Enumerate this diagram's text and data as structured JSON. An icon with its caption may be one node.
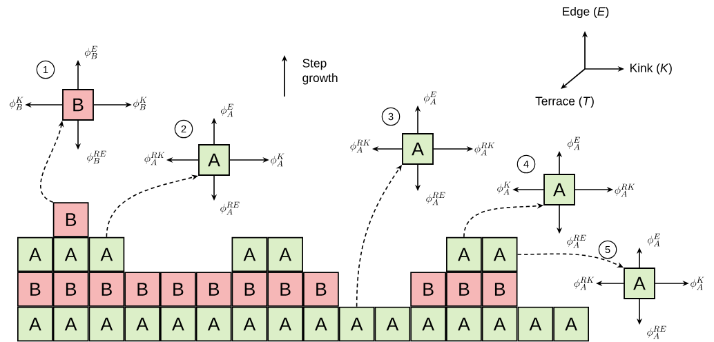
{
  "diagram": {
    "nodes": [
      {
        "text": [
          "1"
        ]
      },
      {
        "text": [
          "B"
        ]
      },
      {
        "text": [
          "\\phi_{B}^{E}"
        ]
      },
      {
        "text": [
          "\\phi_{B}^{K}"
        ]
      },
      {
        "text": [
          "\\phi_{B}^{K}"
        ]
      },
      {
        "text": [
          "\\phi_{B}^{RE}"
        ]
      },
      {
        "text": [
          "2"
        ]
      },
      {
        "text": [
          "A"
        ]
      },
      {
        "text": [
          "\\phi_{A}^{E}"
        ]
      },
      {
        "text": [
          "\\phi_{A}^{RK}"
        ]
      },
      {
        "text": [
          "\\phi_{A}^{K}"
        ]
      },
      {
        "text": [
          "\\phi_{A}^{RE}"
        ]
      },
      {
        "text": [
          "3"
        ]
      },
      {
        "text": [
          "A"
        ]
      },
      {
        "text": [
          "\\phi_{A}^{E}"
        ]
      },
      {
        "text": [
          "\\phi_{A}^{RK}"
        ]
      },
      {
        "text": [
          "\\phi_{A}^{RK}"
        ]
      },
      {
        "text": [
          "\\phi_{A}^{RE}"
        ]
      },
      {
        "text": [
          "4"
        ]
      },
      {
        "text": [
          "A"
        ]
      },
      {
        "text": [
          "\\phi_{A}^{E}"
        ]
      },
      {
        "text": [
          "\\phi_{A}^{K}"
        ]
      },
      {
        "text": [
          "\\phi_{A}^{RK}"
        ]
      },
      {
        "text": [
          "\\phi_{A}^{RE}"
        ]
      },
      {
        "text": [
          "5"
        ]
      },
      {
        "text": [
          "A"
        ]
      },
      {
        "text": [
          "\\phi_{A}^{E}"
        ]
      },
      {
        "text": [
          "\\phi_{A}^{RK}"
        ]
      },
      {
        "text": [
          "\\phi_{A}^{K}"
        ]
      },
      {
        "text": [
          "\\phi_{A}^{RE}"
        ]
      },
      {
        "text": [
          "B"
        ]
      },
      {
        "text": [
          "A"
        ]
      },
      {
        "text": [
          "A"
        ]
      },
      {
        "text": [
          "A"
        ]
      },
      {
        "text": [
          "A"
        ]
      },
      {
        "text": [
          "A"
        ]
      },
      {
        "text": [
          "A"
        ]
      },
      {
        "text": [
          "A"
        ]
      },
      {
        "text": [
          "B"
        ]
      },
      {
        "text": [
          "B"
        ]
      },
      {
        "text": [
          "B"
        ]
      },
      {
        "text": [
          "B"
        ]
      },
      {
        "text": [
          "B"
        ]
      },
      {
        "text": [
          "B"
        ]
      },
      {
        "text": [
          "B"
        ]
      },
      {
        "text": [
          "B"
        ]
      },
      {
        "text": [
          "B"
        ]
      },
      {
        "text": [
          "B"
        ]
      },
      {
        "text": [
          "B"
        ]
      },
      {
        "text": [
          "B"
        ]
      },
      {
        "text": [
          "A"
        ]
      },
      {
        "text": [
          "A"
        ]
      },
      {
        "text": [
          "A"
        ]
      },
      {
        "text": [
          "A"
        ]
      },
      {
        "text": [
          "A"
        ]
      },
      {
        "text": [
          "A"
        ]
      },
      {
        "text": [
          "A"
        ]
      },
      {
        "text": [
          "A"
        ]
      },
      {
        "text": [
          "A"
        ]
      },
      {
        "text": [
          "A"
        ]
      },
      {
        "text": [
          "A"
        ]
      },
      {
        "text": [
          "A"
        ]
      },
      {
        "text": [
          "A"
        ]
      },
      {
        "text": [
          "A"
        ]
      },
      {
        "text": [
          "A"
        ]
      },
      {
        "text": [
          "A"
        ]
      }
    ],
    "edges": [
      {
        "from": 1,
        "to": 2,
        "arrow": "to"
      },
      {
        "from": 1,
        "to": 3,
        "arrow": "to"
      },
      {
        "from": 1,
        "to": 4,
        "arrow": "to"
      },
      {
        "from": 1,
        "to": 5,
        "arrow": "to"
      },
      {
        "from": 7,
        "to": 8,
        "arrow": "to"
      },
      {
        "from": 7,
        "to": 9,
        "arrow": "to"
      },
      {
        "from": 7,
        "to": 10,
        "arrow": "to"
      },
      {
        "from": 7,
        "to": 11,
        "arrow": "to"
      },
      {
        "from": 13,
        "to": 14,
        "arrow": "to"
      },
      {
        "from": 13,
        "to": 15,
        "arrow": "to"
      },
      {
        "from": 13,
        "to": 16,
        "arrow": "to"
      },
      {
        "from": 13,
        "to": 17,
        "arrow": "to"
      },
      {
        "from": 19,
        "to": 20,
        "arrow": "to"
      },
      {
        "from": 19,
        "to": 21,
        "arrow": "to"
      },
      {
        "from": 19,
        "to": 22,
        "arrow": "to"
      },
      {
        "from": 19,
        "to": 23,
        "arrow": "to"
      },
      {
        "from": 25,
        "to": 26,
        "arrow": "to"
      },
      {
        "from": 25,
        "to": 27,
        "arrow": "to"
      },
      {
        "from": 25,
        "to": 28,
        "arrow": "to"
      },
      {
        "from": 25,
        "to": 29,
        "arrow": "to"
      },
      {
        "from": 30,
        "to": 1,
        "arrow": "to",
        "style": "dashed"
      },
      {
        "from": 33,
        "to": 7,
        "arrow": "to",
        "style": "dashed"
      },
      {
        "from": 59,
        "to": 13,
        "arrow": "to",
        "style": "dashed"
      },
      {
        "from": 36,
        "to": 19,
        "arrow": "to",
        "style": "dashed"
      },
      {
        "from": 37,
        "to": 25,
        "arrow": "to",
        "style": "dashed"
      }
    ],
    "labels": [
      "Step growth",
      "Edge (*E*)",
      "Kink (*K*)",
      "Terrace (*T*)"
    ]
  }
}
